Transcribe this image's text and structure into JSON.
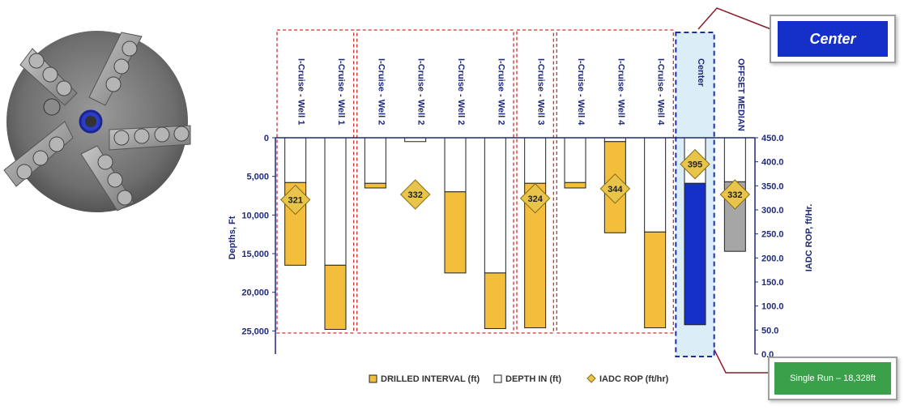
{
  "chart_data": {
    "type": "bar",
    "categories": [
      "I-Cruise - Well 1",
      "I-Cruise - Well 1",
      "I-Cruise - Well 2",
      "I-Cruise - Well 2",
      "I-Cruise - Well 2",
      "I-Cruise - Well 2",
      "I-Cruise - Well 3",
      "I-Cruise - Well 4",
      "I-Cruise - Well 4",
      "I-Cruise - Well 4",
      "Center",
      "OFFSET MEDIAN"
    ],
    "series": [
      {
        "name": "DEPTH IN (ft)",
        "values": [
          5800,
          16500,
          5900,
          500,
          7000,
          17500,
          5900,
          5800,
          500,
          12200,
          5900,
          5700
        ],
        "color": "#ffffff"
      },
      {
        "name": "DRILLED INTERVAL (ft)",
        "values": [
          10700,
          8300,
          600,
          0,
          10500,
          7200,
          18700,
          700,
          11800,
          12400,
          18300,
          9000
        ],
        "color": "#f2be3c"
      },
      {
        "name": "IADC ROP (ft/hr)",
        "values": [
          321,
          null,
          null,
          332,
          null,
          null,
          324,
          null,
          344,
          null,
          395,
          332
        ],
        "color": "#e8c54a"
      }
    ],
    "y_left": {
      "label": "Depths, Ft",
      "range": [
        0,
        28000
      ],
      "reversed": true,
      "ticks": [
        0,
        5000,
        10000,
        15000,
        20000,
        25000
      ],
      "tick_labels": [
        "0",
        "5,000",
        "10,000",
        "15,000",
        "20,000",
        "25,000"
      ]
    },
    "y_right": {
      "label": "IADC ROP, ft/Hr.",
      "range": [
        0,
        450
      ],
      "ticks": [
        0,
        50,
        100,
        150,
        200,
        250,
        300,
        350,
        400,
        450
      ],
      "tick_labels": [
        "0.0",
        "50.0",
        "100.0",
        "150.0",
        "200.0",
        "250.0",
        "300.0",
        "350.0",
        "400.0",
        "450.0"
      ]
    },
    "highlight": {
      "index": 10,
      "fill_color": "#1530c8",
      "box_color": "#dbeef8"
    },
    "median_fill_color": "#a6a6a6",
    "groups": [
      [
        0,
        1
      ],
      [
        2,
        5
      ],
      [
        6,
        6
      ],
      [
        7,
        9
      ]
    ],
    "legend_position": "bottom",
    "grid": false
  },
  "callouts": {
    "center_label": "Center",
    "single_run_label": "Single Run – 18,328ft"
  },
  "colors": {
    "axis": "#1f2a7a",
    "group_border": "#d0312d",
    "highlight_border": "#1a2fb0",
    "accent_blue": "#1530c8",
    "accent_green": "#3aa14a"
  }
}
